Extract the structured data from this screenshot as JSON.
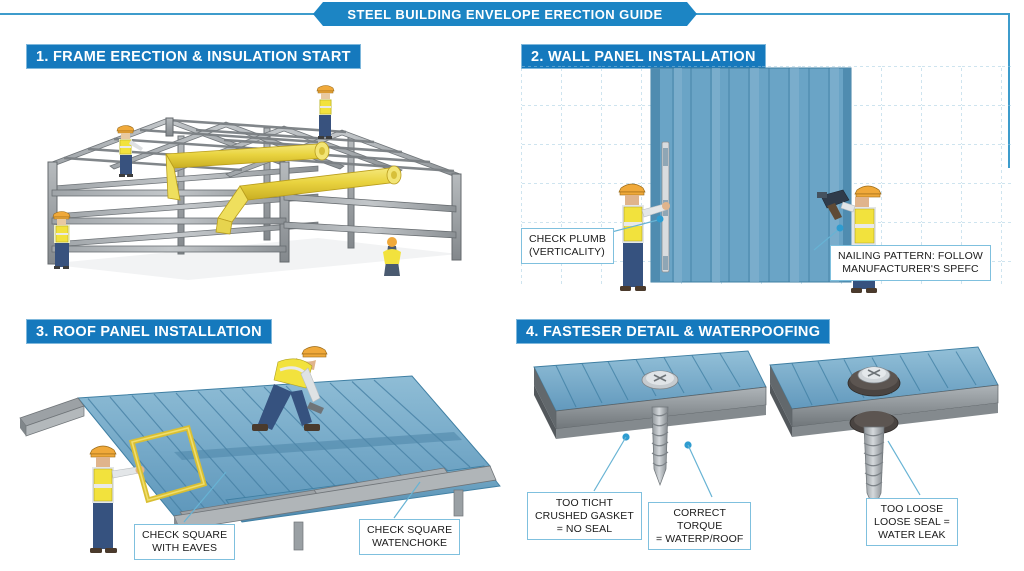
{
  "document": {
    "title": "STEEL BUILDING ENVELOPE ERECTION GUIDE",
    "accent_color": "#1c85c4",
    "header_bg": "#1579bd",
    "callout_border": "#7fc0de",
    "steel_gray": "#8f9397",
    "panel_blue": "#6ea6c8",
    "insulation_yellow": "#e8d34a",
    "vest_yellow": "#f2e23d",
    "helmet_orange": "#f0a93a"
  },
  "sections": [
    {
      "id": "1",
      "heading": "1. FRAME ERECTION & INSULATION START",
      "scene": "steel frame with insulation rolls and three workers"
    },
    {
      "id": "2",
      "heading": "2. WALL PANEL INSTALLATION",
      "scene": "corrugated wall panels on gridded backdrop with two workers"
    },
    {
      "id": "3",
      "heading": "3. ROOF PANEL INSTALLATION",
      "scene": "isometric corrugated roof deck with two workers"
    },
    {
      "id": "4",
      "heading": "4. FASTESER DETAIL & WATERPOOFING",
      "scene": "two cutaway fastener details"
    }
  ],
  "callouts": {
    "check_plumb": "CHECK PLUMB\n(VERTICALITY)",
    "nailing_pattern": "NAILING PATTERN: FOLLOW\nMANUFACTURER'S SPEFC",
    "check_square_eaves": "CHECK SQUARE\nWITH EAVES",
    "check_square_watenchoke": "CHECK SQUARE\nWATENCHOKE",
    "too_tight": "TOO TICHT\nCRUSHED GASKET\n= NO SEAL",
    "correct_torque": "CORRECT\nTORQUE\n= WATERP/ROOF",
    "too_loose": "TOO LOOSE\nLOOSE SEAL =\nWATER LEAK"
  }
}
